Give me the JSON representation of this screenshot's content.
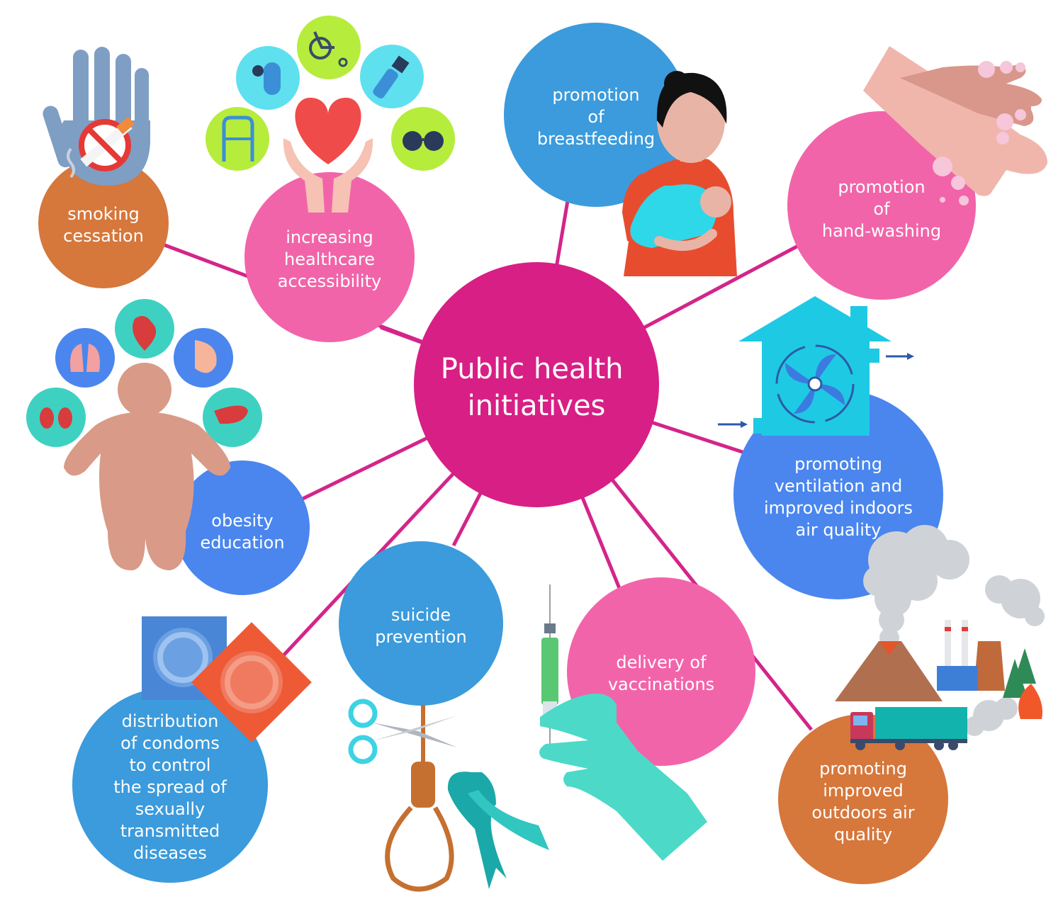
{
  "center": {
    "lines": [
      "Public health",
      "initiatives"
    ],
    "color": "#d81f85"
  },
  "colors": {
    "connector": "#d3258a",
    "pink": "#f264a9",
    "blue": "#3b9bdc",
    "royal": "#4a86ee",
    "orange": "#d6773c"
  },
  "initiatives": [
    {
      "id": "smoking",
      "lines": [
        "smoking",
        "cessation"
      ],
      "color": "#d6773c",
      "icon": "no-smoking-hand-icon"
    },
    {
      "id": "healthcare",
      "lines": [
        "increasing",
        "healthcare",
        "accessibility"
      ],
      "color": "#f264a9",
      "icon": "caring-hands-heart-icon"
    },
    {
      "id": "breastfeeding",
      "lines": [
        "promotion",
        "of",
        "breastfeeding"
      ],
      "color": "#3b9bdc",
      "icon": "breastfeeding-mother-icon"
    },
    {
      "id": "handwashing",
      "lines": [
        "promotion",
        "of",
        "hand-washing"
      ],
      "color": "#f264a9",
      "icon": "washing-hands-icon"
    },
    {
      "id": "ventilation",
      "lines": [
        "promoting",
        "ventilation and",
        "improved indoors",
        "air quality"
      ],
      "color": "#4a86ee",
      "icon": "house-ventilation-fan-icon"
    },
    {
      "id": "outdoors",
      "lines": [
        "promoting",
        "improved",
        "outdoors air",
        "quality"
      ],
      "color": "#d6773c",
      "icon": "air-pollution-icon"
    },
    {
      "id": "vaccinations",
      "lines": [
        "delivery of",
        "vaccinations"
      ],
      "color": "#f264a9",
      "icon": "syringe-hand-icon"
    },
    {
      "id": "suicide",
      "lines": [
        "suicide",
        "prevention"
      ],
      "color": "#3b9bdc",
      "icon": "noose-scissors-ribbon-icon"
    },
    {
      "id": "condoms",
      "lines": [
        "distribution",
        "of condoms",
        "to control",
        "the spread of",
        "sexually",
        "transmitted",
        "diseases"
      ],
      "color": "#3b9bdc",
      "icon": "condom-packages-icon"
    },
    {
      "id": "obesity",
      "lines": [
        "obesity",
        "education"
      ],
      "color": "#4a86ee",
      "icon": "obese-person-organs-icon"
    }
  ]
}
